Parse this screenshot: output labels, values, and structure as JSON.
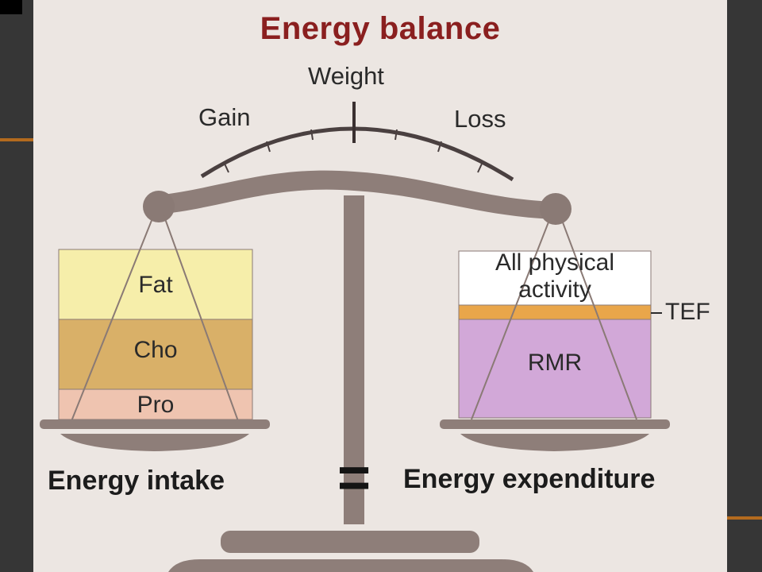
{
  "diagram": {
    "title": "Energy balance",
    "gauge": {
      "center_label": "Weight",
      "left_label": "Gain",
      "right_label": "Loss"
    },
    "intake": {
      "label": "Energy intake",
      "stack": [
        {
          "label": "Fat",
          "color": "#f6eeaa"
        },
        {
          "label": "Cho",
          "color": "#d9b068"
        },
        {
          "label": "Pro",
          "color": "#efc4b0"
        }
      ]
    },
    "expenditure": {
      "label": "Energy expenditure",
      "stack": [
        {
          "label": "All physical activity",
          "color": "#ffffff"
        },
        {
          "label": "TEF",
          "color": "#e9a64a"
        },
        {
          "label": "RMR",
          "color": "#d2a8d8"
        }
      ]
    },
    "equals_symbol": "=",
    "colors": {
      "title": "#8a1f1f",
      "beam": "#8e7e79",
      "background": "#ece6e2"
    }
  }
}
